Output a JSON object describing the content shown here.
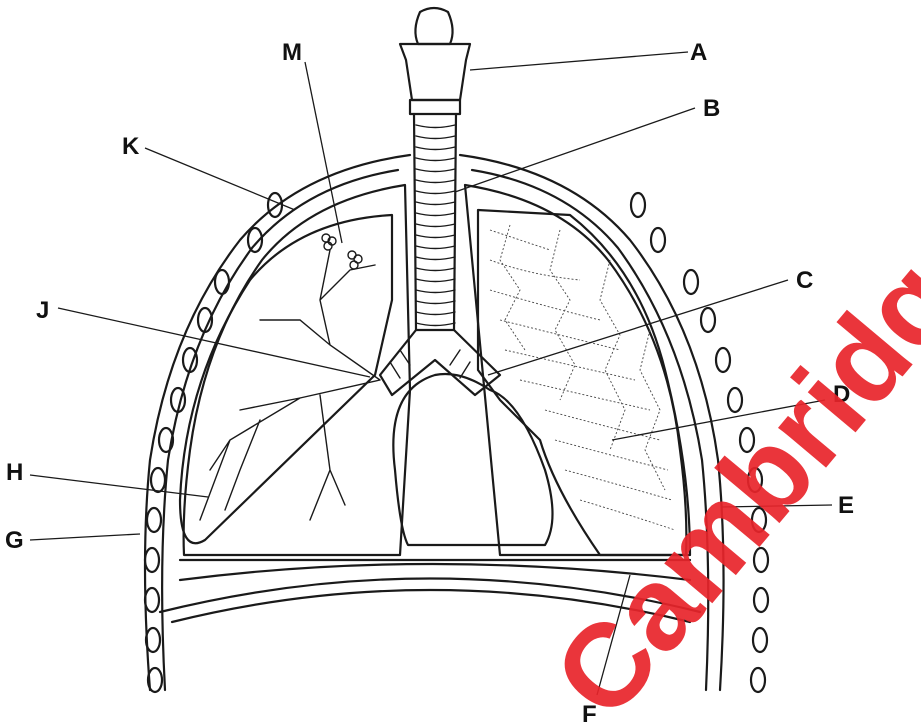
{
  "labels": {
    "A": "A",
    "B": "B",
    "C": "C",
    "D": "D",
    "E": "E",
    "F": "F",
    "G": "G",
    "H": "H",
    "J": "J",
    "K": "K",
    "M": "M"
  },
  "watermark": {
    "text": "Cambridge",
    "color": "#e8242a"
  }
}
